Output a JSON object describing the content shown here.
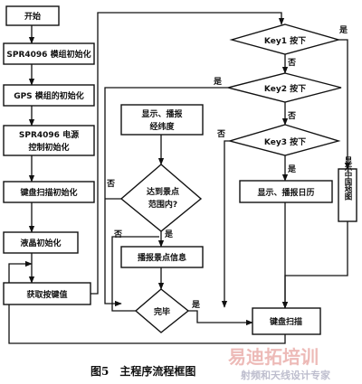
{
  "nodes": {
    "start": "开始",
    "spr_init": "SPR4096 模组初始化",
    "gps_init": "GPS 模组的初始化",
    "power_init_1": "SPR4096 电源",
    "power_init_2": "控制初始化",
    "keyscan_init": "键盘扫描初始化",
    "lcd_init": "液晶初始化",
    "get_key": "获取按键值",
    "key1": "Key1 按下",
    "key2": "Key2 按下",
    "key3": "Key3 按下",
    "show_latlon_1": "显示、播报",
    "show_latlon_2": "经纬度",
    "reach_spot_1": "达到景点",
    "reach_spot_2": "范围内?",
    "broadcast_spot": "播报景点信息",
    "done": "完毕",
    "show_calendar": "显示、播报日历",
    "show_map": "显示中国地图",
    "keyboard_scan": "键盘扫描"
  },
  "edges": {
    "yes": "是",
    "no": "否"
  },
  "caption": "图5　主程序流程框图",
  "watermark": {
    "brand": "易迪拓培训",
    "tagline": "射频和天线设计专家"
  },
  "colors": {
    "line": "#111111",
    "watermark_brand": "#e7a3a0",
    "watermark_tagline": "#b7b7c9"
  }
}
